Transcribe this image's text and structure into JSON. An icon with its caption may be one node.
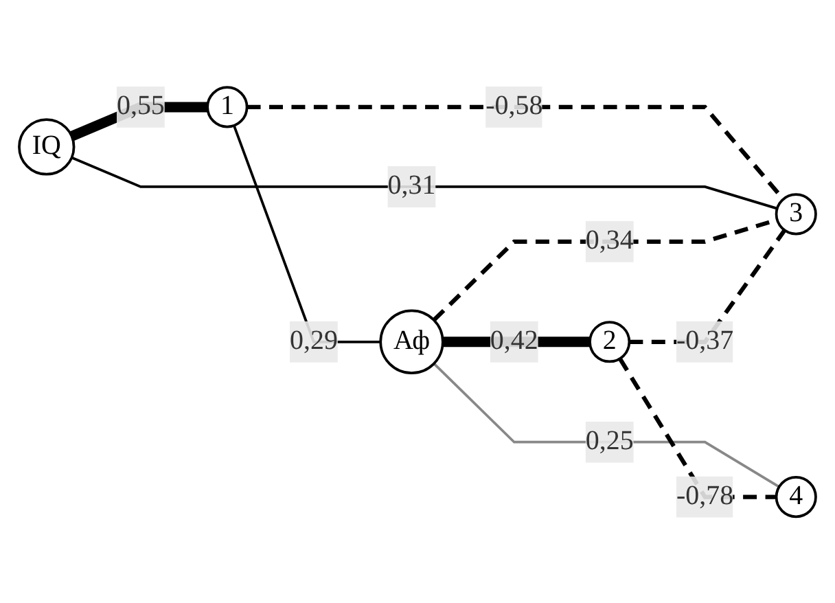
{
  "diagram": {
    "nodes": [
      {
        "text": [
          "1"
        ]
      },
      {
        "text": [
          "IQ"
        ]
      },
      {
        "text": [
          "Аф"
        ]
      },
      {
        "text": [
          "2"
        ]
      },
      {
        "text": [
          "3"
        ]
      },
      {
        "text": [
          "4"
        ]
      }
    ],
    "edges": [
      {
        "from": 1,
        "to": 0,
        "arrow": "none",
        "label": "0,55",
        "style": "thick"
      },
      {
        "from": 0,
        "to": 4,
        "arrow": "none",
        "label": "-0,58",
        "style": "dashed"
      },
      {
        "from": 0,
        "to": 2,
        "arrow": "none",
        "label": "0,29"
      },
      {
        "from": 1,
        "to": 4,
        "arrow": "none",
        "label": "0,31"
      },
      {
        "from": 2,
        "to": 3,
        "arrow": "none",
        "label": "0,42",
        "style": "thick"
      },
      {
        "from": 2,
        "to": 4,
        "arrow": "none",
        "label": "0,34",
        "style": "dashed"
      },
      {
        "from": 3,
        "to": 4,
        "arrow": "none",
        "label": "-0,37",
        "style": "dashed"
      },
      {
        "from": 2,
        "to": 5,
        "arrow": "none",
        "label": "0,25",
        "color": "#888888"
      },
      {
        "from": 3,
        "to": 5,
        "arrow": "none",
        "label": "-0,78",
        "style": "dashed"
      }
    ]
  }
}
